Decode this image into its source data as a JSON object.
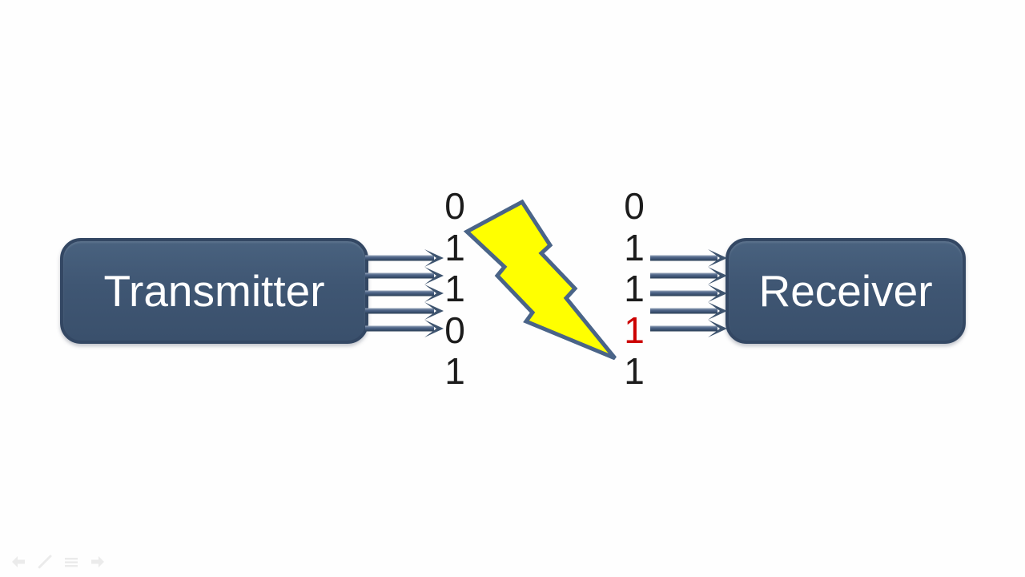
{
  "transmitter": {
    "label": "Transmitter"
  },
  "receiver": {
    "label": "Receiver"
  },
  "bits": {
    "transmitted": [
      "0",
      "1",
      "1",
      "0",
      "1"
    ],
    "received": [
      {
        "value": "0",
        "color": "#1c1c1c"
      },
      {
        "value": "1",
        "color": "#1c1c1c"
      },
      {
        "value": "1",
        "color": "#1c1c1c"
      },
      {
        "value": "1",
        "color": "#cc0000"
      },
      {
        "value": "1",
        "color": "#1c1c1c"
      }
    ]
  },
  "noise": {
    "icon": "lightning-bolt",
    "fill_color": "#ffff00",
    "stroke_color": "#4a6488"
  },
  "colors": {
    "box_fill": "#3f5673",
    "box_border": "#334763",
    "arrow": "#3e546f",
    "node_text": "#ffffff",
    "bit_normal": "#1c1c1c",
    "bit_error": "#cc0000",
    "background": "#fefefe",
    "toolbar_icon": "#e9e9e9"
  },
  "toolbar": {
    "icons": [
      "previous-slide",
      "pen-tool",
      "slide-menu",
      "next-slide"
    ]
  }
}
